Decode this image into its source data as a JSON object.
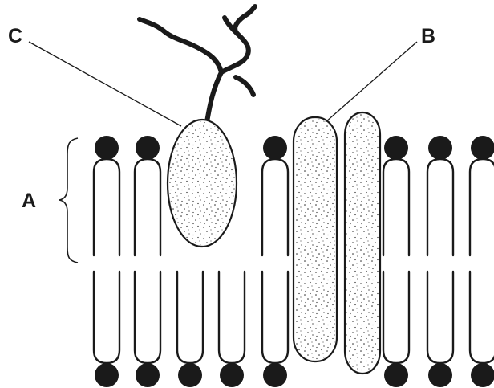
{
  "labels": {
    "bilayer": "A",
    "integral_protein": "B",
    "glycoprotein": "C"
  },
  "colors": {
    "ink": "#1a1a1a",
    "background": "#ffffff"
  }
}
